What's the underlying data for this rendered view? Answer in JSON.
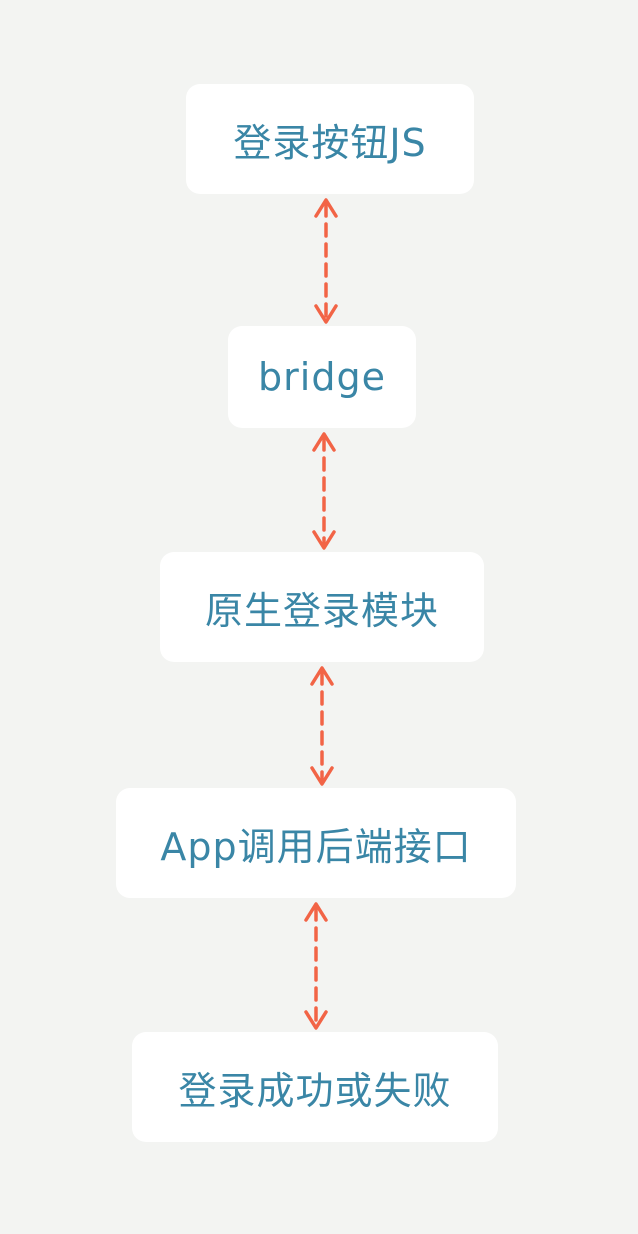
{
  "nodes": [
    {
      "label": "登录按钮JS"
    },
    {
      "label": "bridge"
    },
    {
      "label": "原生登录模块"
    },
    {
      "label": "App调用后端接口"
    },
    {
      "label": "登录成功或失败"
    }
  ],
  "colors": {
    "background": "#f3f4f2",
    "node_fill": "#ffffff",
    "node_text": "#3a86a6",
    "arrow": "#f26446"
  }
}
